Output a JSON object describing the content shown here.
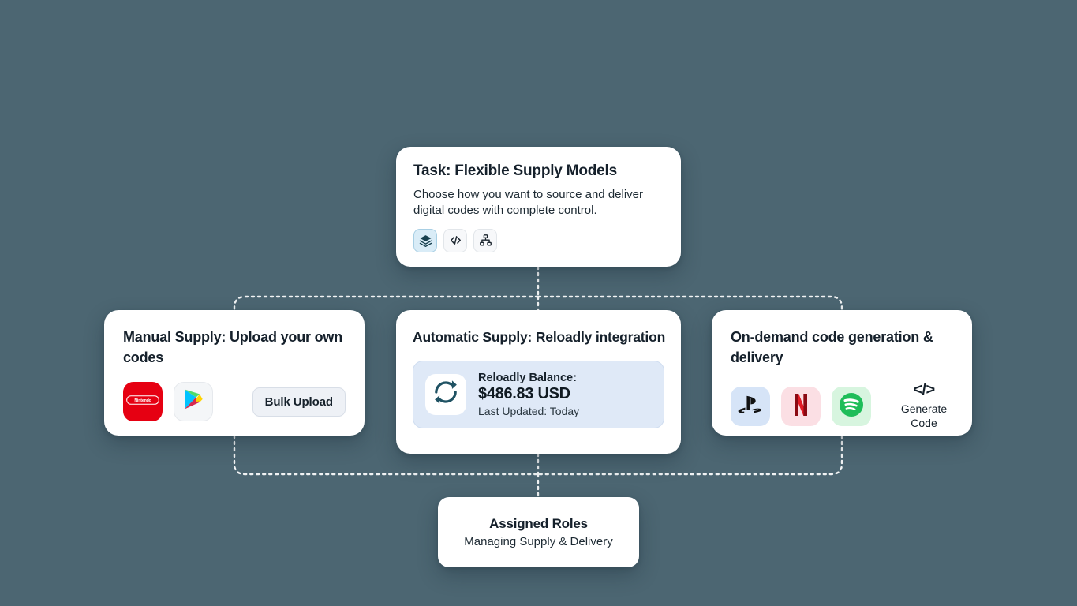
{
  "background_color": "#4c6672",
  "top_card": {
    "title": "Task: Flexible Supply Models",
    "description": "Choose how you want to source and deliver digital codes with complete control.",
    "chips": [
      {
        "icon": "layers-icon",
        "active": true
      },
      {
        "icon": "code-brackets-icon",
        "active": false
      },
      {
        "icon": "sitemap-icon",
        "active": false
      }
    ]
  },
  "left_card": {
    "title": "Manual Supply: Upload your own codes",
    "logos": [
      {
        "name": "nintendo-logo",
        "color": "#e60012"
      },
      {
        "name": "google-play-logo",
        "color": "#f4f6f8"
      }
    ],
    "button_label": "Bulk Upload"
  },
  "middle_card": {
    "title": "Automatic Supply: Reloadly integration",
    "balance": {
      "icon": "refresh-sync-icon",
      "label": "Reloadly Balance:",
      "amount": "$486.83 USD",
      "updated": "Last Updated: Today",
      "panel_color": "#dfe9f7",
      "icon_color": "#1f5263"
    }
  },
  "right_card": {
    "title": "On-demand code generation & delivery",
    "logos": [
      {
        "name": "playstation-logo",
        "bg": "#d6e4f7"
      },
      {
        "name": "netflix-logo",
        "bg": "#fbdfe4"
      },
      {
        "name": "spotify-logo",
        "bg": "#d7f5df"
      }
    ],
    "generate": {
      "glyph": "</>",
      "label": "Generate Code"
    }
  },
  "bottom_card": {
    "title": "Assigned Roles",
    "subtitle": "Managing Supply & Delivery"
  }
}
